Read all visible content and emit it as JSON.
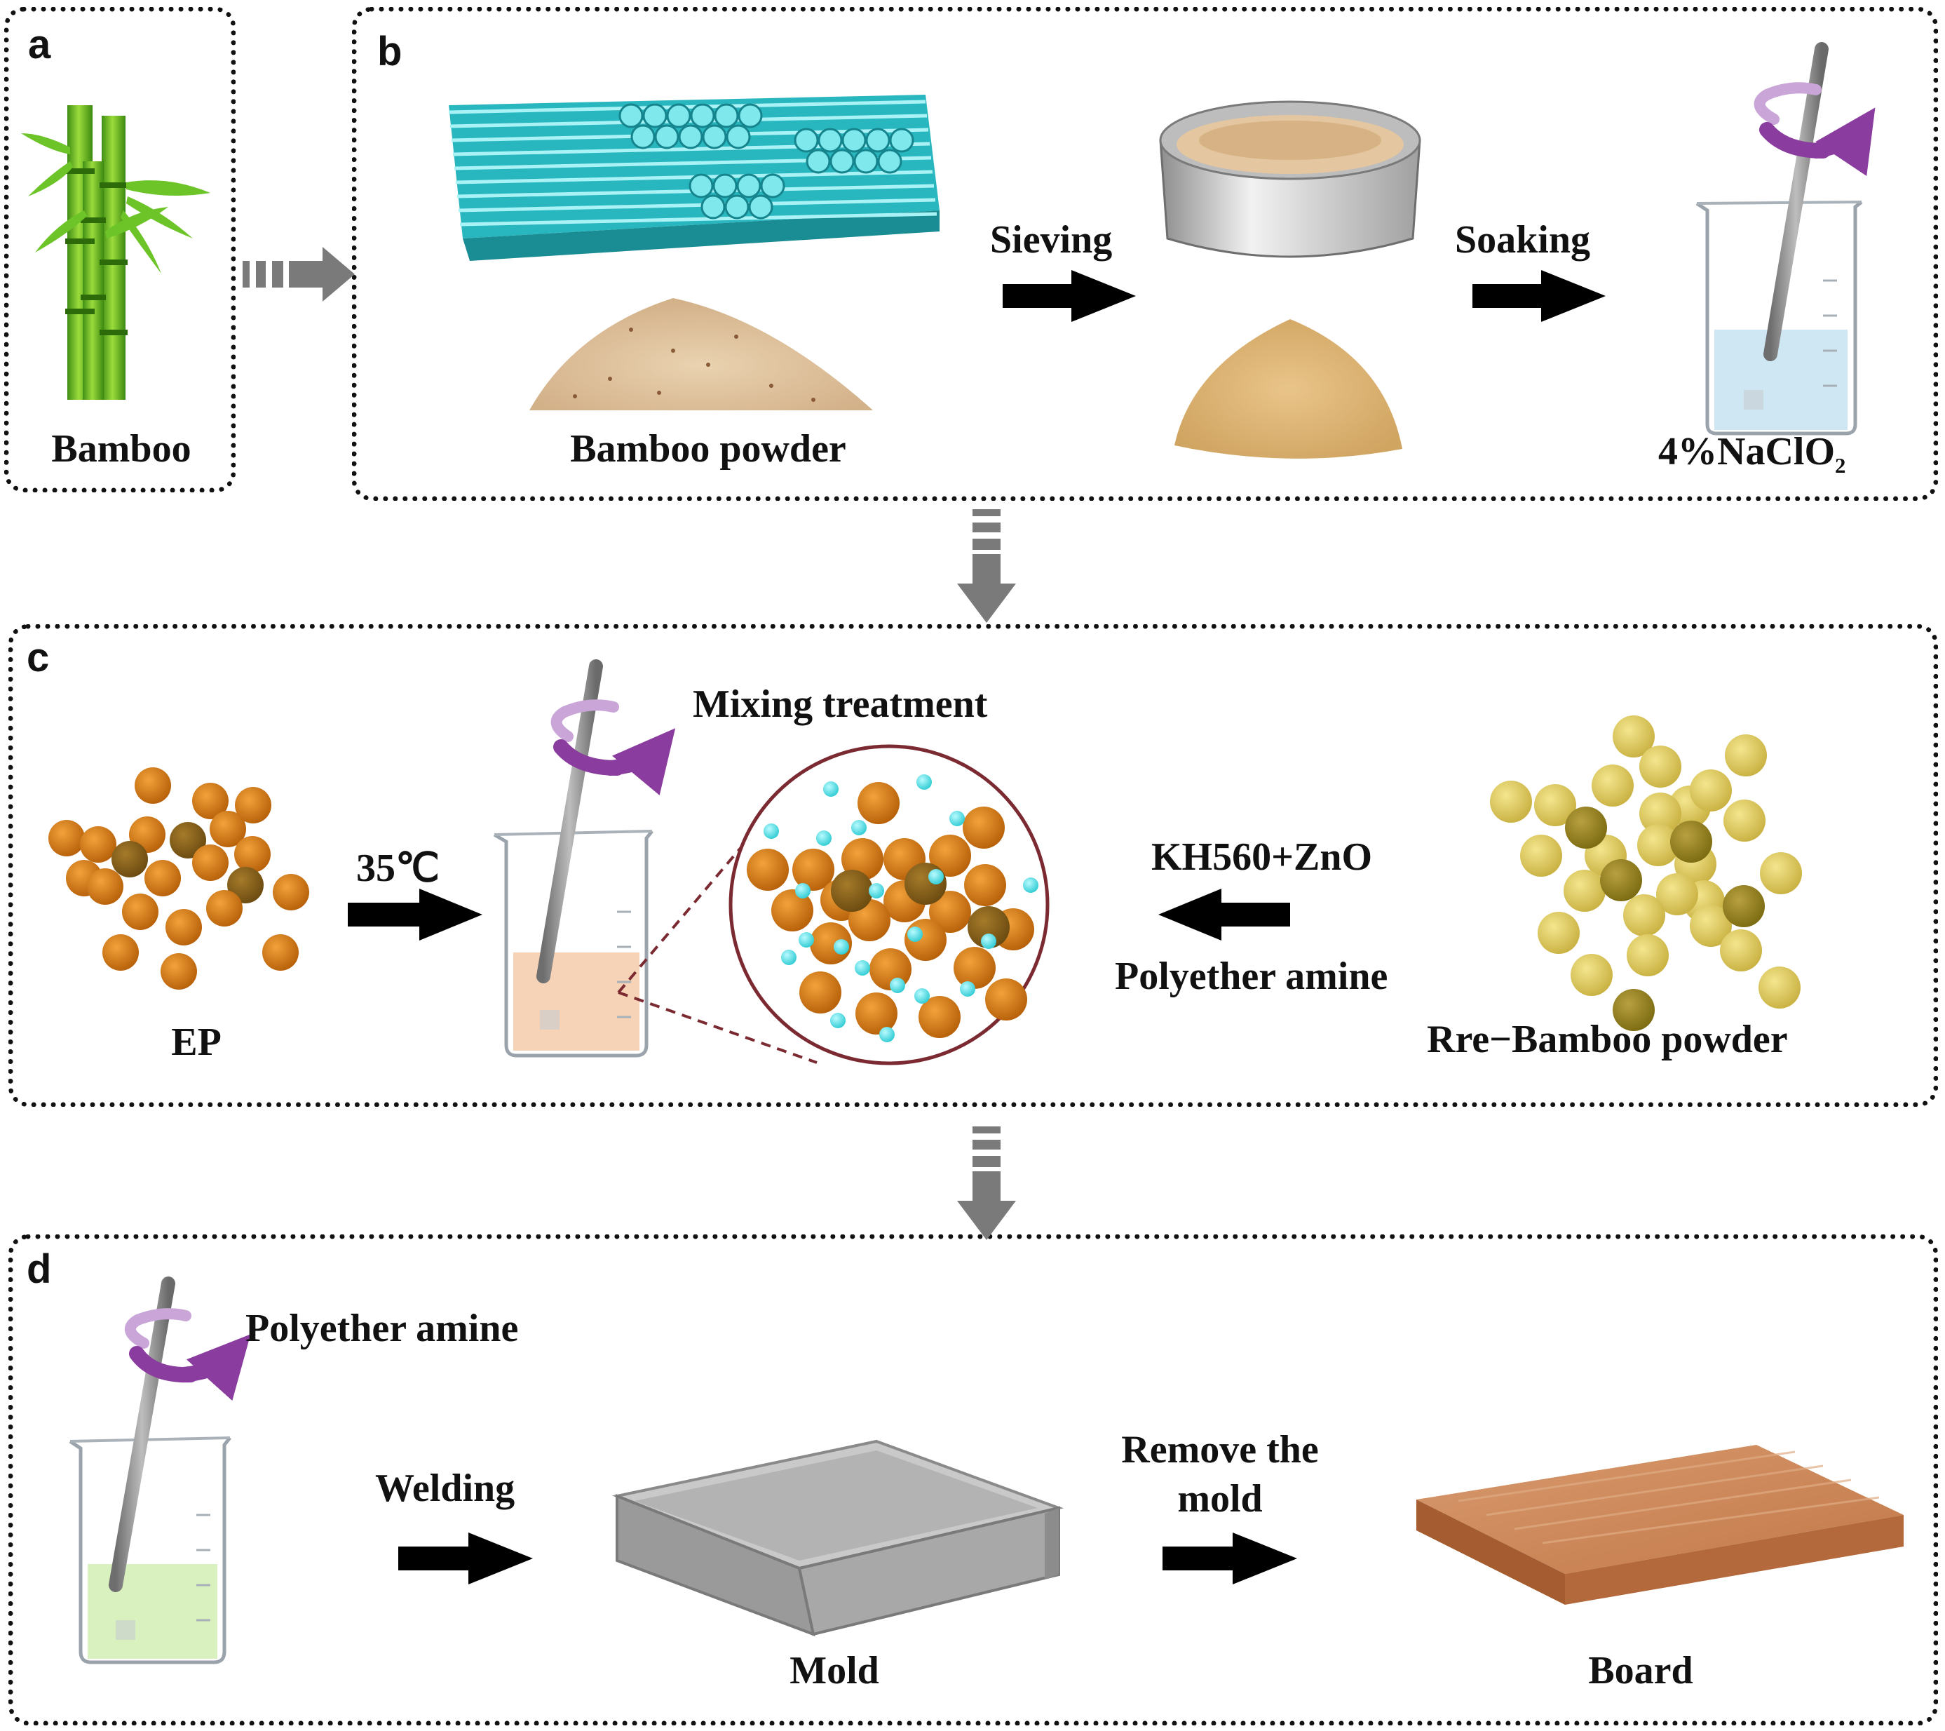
{
  "panels": {
    "a": {
      "label": "a",
      "title": "Bamboo"
    },
    "b": {
      "label": "b",
      "powder_label": "Bamboo powder",
      "step1": "Sieving",
      "step2": "Soaking",
      "reagent": "4%NaClO",
      "reagent_sub": "2"
    },
    "c": {
      "label": "c",
      "ep_label": "EP",
      "temperature": "35℃",
      "mixing": "Mixing treatment",
      "additives": "KH560+ZnO",
      "hardener": "Polyether amine",
      "rre_label": "Rre−Bamboo powder"
    },
    "d": {
      "label": "d",
      "hardener": "Polyether amine",
      "step1": "Welding",
      "mold_label": "Mold",
      "step2_line1": "Remove the",
      "step2_line2": "mold",
      "board_label": "Board"
    }
  },
  "colors": {
    "bamboo_green": "#5fb82a",
    "fiber_cyan": "#2bc7cc",
    "ep_orange": "#d47a12",
    "bamboo_particle": "#e3cf63",
    "filler_cyan": "#6fe6ec",
    "reagent_blue": "#cfe6f3",
    "mix_peach": "#f6d2b6",
    "curing_green": "#d9f0bf",
    "board_wood": "#c47a4a",
    "rotation_purple": "#8a3d9e",
    "transition_arrow": "#7a7a7a"
  }
}
